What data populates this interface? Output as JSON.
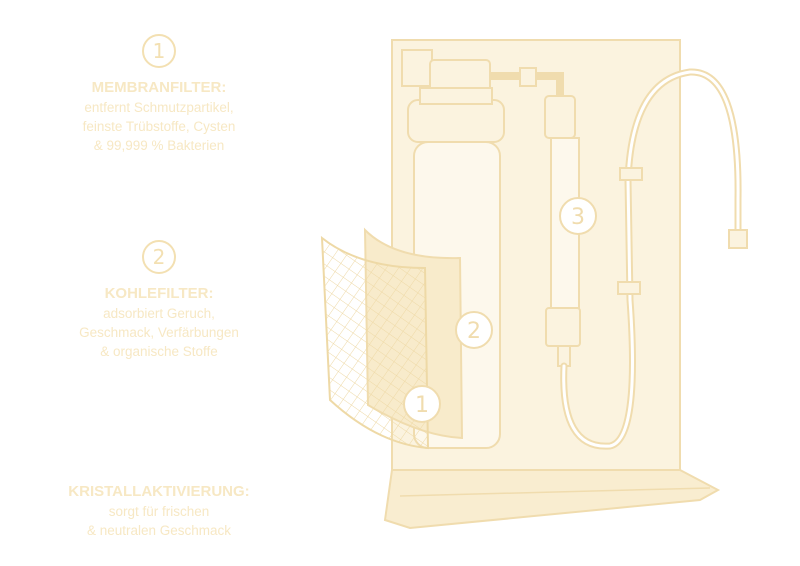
{
  "labels": [
    {
      "number": "1",
      "title": "MEMBRANFILTER:",
      "lines": [
        "entfernt Schmutzpartikel,",
        "feinste Trübstoffe, Cysten",
        "& 99,999 % Bakterien"
      ]
    },
    {
      "number": "2",
      "title": "KOHLEFILTER:",
      "lines": [
        "adsorbiert Geruch,",
        "Geschmack, Verfärbungen",
        "& organische Stoffe"
      ]
    },
    {
      "title": "KRISTALLAKTIVIERUNG:",
      "lines": [
        "sorgt für frischen",
        "& neutralen Geschmack"
      ]
    }
  ],
  "illustration": {
    "markers": [
      "1",
      "2",
      "3"
    ]
  },
  "colors": {
    "text": "#f7e8c4",
    "fill": "#fbf3df",
    "stroke": "#f0dcae"
  }
}
